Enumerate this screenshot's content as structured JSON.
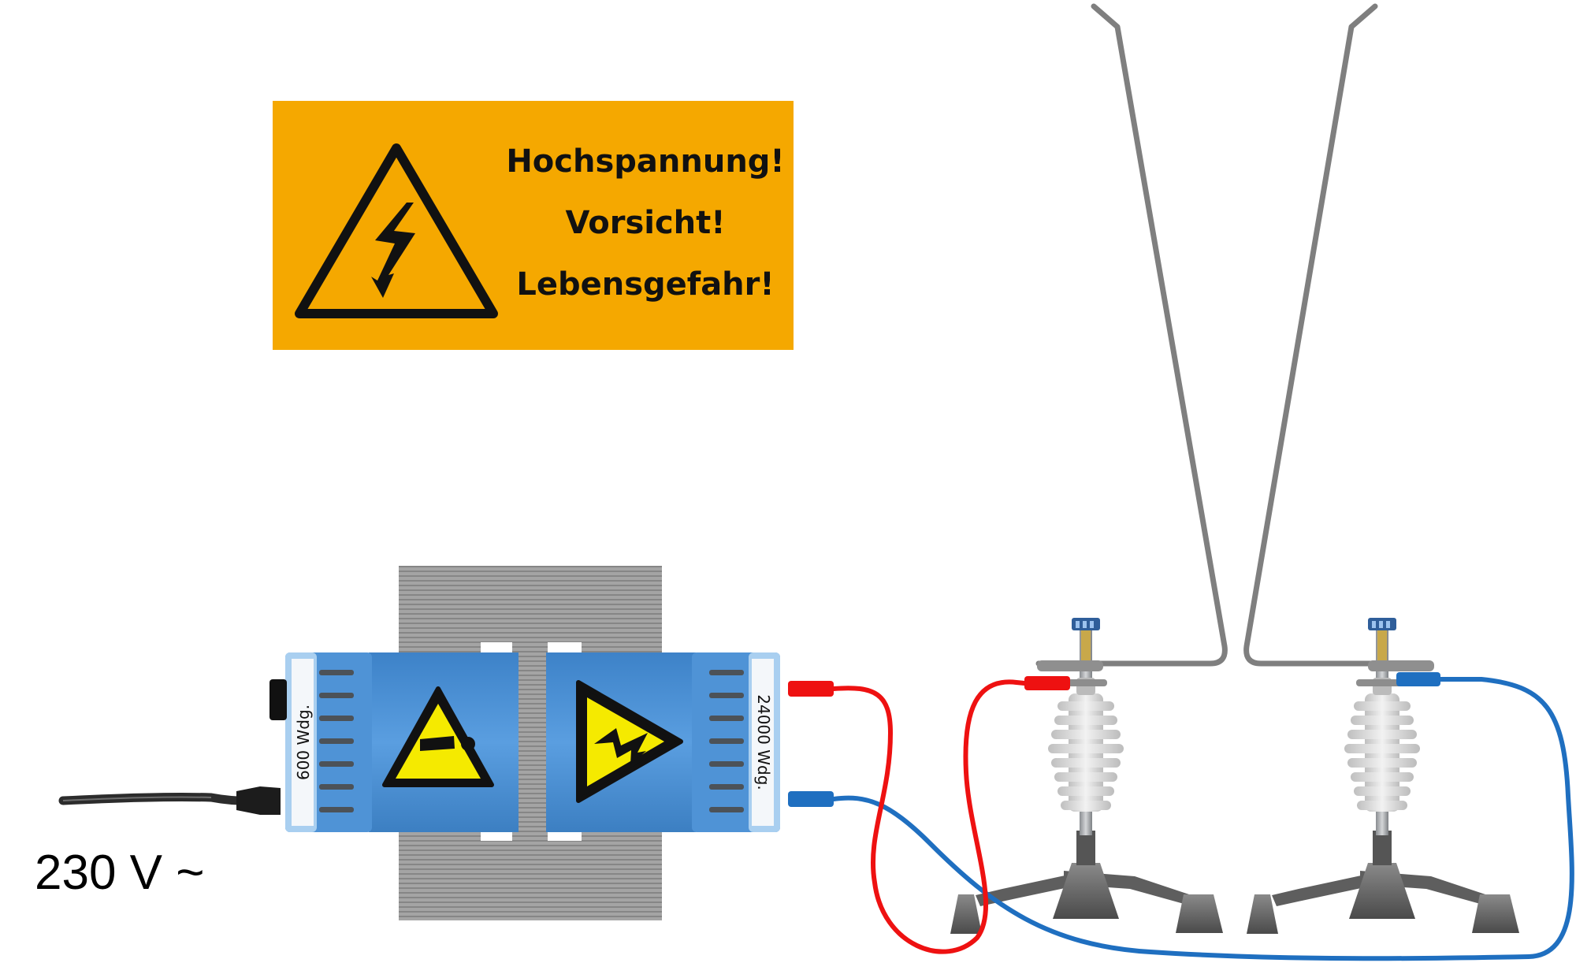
{
  "warning_sign": {
    "lines": [
      "Hochspannung!",
      "Vorsicht!",
      "Lebensgefahr!"
    ],
    "background_color": "#f5a800",
    "icon": "high-voltage-icon"
  },
  "transformer": {
    "primary_label": "600 Wdg.",
    "secondary_label": "24000 Wdg.",
    "coil_color": "#4f93d6",
    "core_color": "#9a9a9a",
    "warning_icon": "exclamation-warning-icon",
    "voltage_icon": "electric-shock-warning-icon"
  },
  "supply": {
    "label": "230 V ~"
  },
  "cables": {
    "red_color": "#ee1111",
    "blue_color": "#1f6fc0"
  }
}
